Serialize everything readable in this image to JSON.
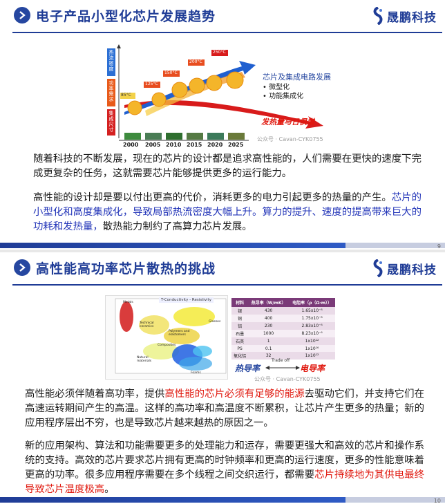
{
  "brand": {
    "name": "晟鹏科技",
    "accent": "#1f3c96",
    "highlight_blue": "#2234b8",
    "highlight_red": "#e0180e"
  },
  "slide1": {
    "title": "电子产品小型化芯片发展趋势",
    "page": "9",
    "figure": {
      "left_labels": [
        "热流密度",
        "功率需求",
        "集成尺寸"
      ],
      "temps": [
        "125°C",
        "150°C",
        "200°C",
        "250°C"
      ],
      "first_temp": "85°C",
      "years": [
        "2000",
        "2005",
        "2010",
        "2015",
        "2020",
        "2025"
      ],
      "legend_title": "芯片及集成电路发展",
      "legend_items": [
        "• 微型化",
        "• 功能集成化"
      ],
      "red_caption": "发热量与日俱增",
      "watermark": "公众号 · Cavan-CYK0755"
    },
    "para1": "随着科技的不断发展，现在的芯片的设计都是追求高性能的，人们需要在更快的速度下完成更复杂的任务，这就需要芯片能够提供更多的运行能力。",
    "para2_a": "高性能的设计却是要以付出更高的代价，消耗更多的电力引起更多的热量的产生。",
    "para2_b": "芯片的小型化和高度集成化，导致局部热流密度大幅上升。算力的提升、速度的提高带来巨大的功耗和发热量，",
    "para2_c": "散热能力制约了高算力芯片发展。"
  },
  "slide2": {
    "title": "高性能高功率芯片散热的挑战",
    "page": "10",
    "figure": {
      "chart_title": "T-Conductivity - Resistivity",
      "region_labels": [
        "Metals",
        "Technical ceramics",
        "Polymers and elastomers",
        "Composites",
        "Natural materials",
        "Glasses",
        "Foams"
      ],
      "table_headers": [
        "材料",
        "热导率（W/mK）",
        "电阻率（ρ（Ω·m））"
      ],
      "table_rows": [
        [
          "银",
          "430",
          "1.65x10⁻⁸"
        ],
        [
          "铜",
          "400",
          "1.75x10⁻⁸"
        ],
        [
          "铝",
          "230",
          "2.83x10⁻⁸"
        ],
        [
          "石墨",
          "1000",
          "8.23x10⁻⁶"
        ],
        [
          "石英",
          "1",
          "1x10¹²"
        ],
        [
          "PS",
          "0.1",
          "1x10¹⁶"
        ],
        [
          "氧化铝",
          "32",
          "1x10¹²"
        ]
      ],
      "tradeoff_left": "热导率",
      "tradeoff_mid": "Trade off",
      "tradeoff_right": "电导率",
      "watermark": "公众号 · Cavan-CYK0755"
    },
    "para1_a": "高性能必须伴随着高功率，提供",
    "para1_b": "高性能的芯片必须有足够的能源",
    "para1_c": "去驱动它们，并支持它们在高速运转期间产生的高温。这样的高功率和高温度不断累积，让芯片产生更多的热量；新的应用程序层出不穷，也是导致芯片越来越热的原因之一。",
    "para2_a": "新的应用架构、算法和功能需要更多的处理能力和运存，需要更强大和高效的芯片和操作系统的支持。高效的芯片要求芯片拥有更高的时钟频率和更高的运行速度，更多的性能意味着更高的功率。很多应用程序需要在多个线程之间交织运行，都需要",
    "para2_b": "芯片持续地为其供电最终导致芯片温度极高",
    "para2_c": "。"
  }
}
